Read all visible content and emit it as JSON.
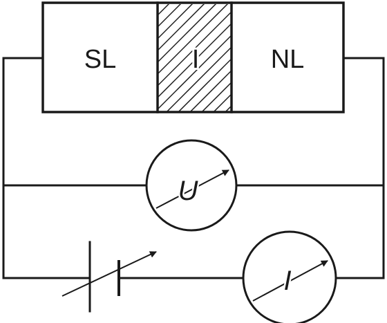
{
  "diagram": {
    "sections": {
      "left_label": "SL",
      "middle_label": "I",
      "right_label": "NL"
    },
    "voltmeter_label": "U",
    "ammeter_label": "I"
  }
}
